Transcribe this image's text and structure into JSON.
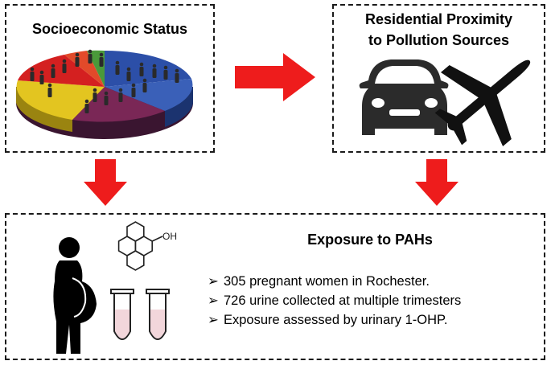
{
  "boxes": {
    "ses": {
      "title": "Socioeconomic Status"
    },
    "proximity": {
      "title_line1": "Residential Proximity",
      "title_line2": "to Pollution Sources"
    },
    "exposure": {
      "title": "Exposure to PAHs",
      "bullet_glyph": "➢",
      "bullets": [
        "305 pregnant women in Rochester.",
        "726 urine collected at multiple trimesters",
        "Exposure assessed by urinary 1-OHP."
      ],
      "molecule_label": "OH"
    }
  },
  "icons": [
    "pie-chart-people-icon",
    "car-icon",
    "airplane-icon",
    "pregnant-woman-icon",
    "pyrene-molecule-icon",
    "test-tube-icon"
  ],
  "colors": {
    "arrow": "#ee1c1c",
    "pie_red": "#d42020",
    "pie_green": "#4a9a3a",
    "pie_blue": "#2c4fa8",
    "pie_yellow": "#e3c520",
    "pie_purple": "#7a2756",
    "tube_liquid": "#f2d6db"
  }
}
